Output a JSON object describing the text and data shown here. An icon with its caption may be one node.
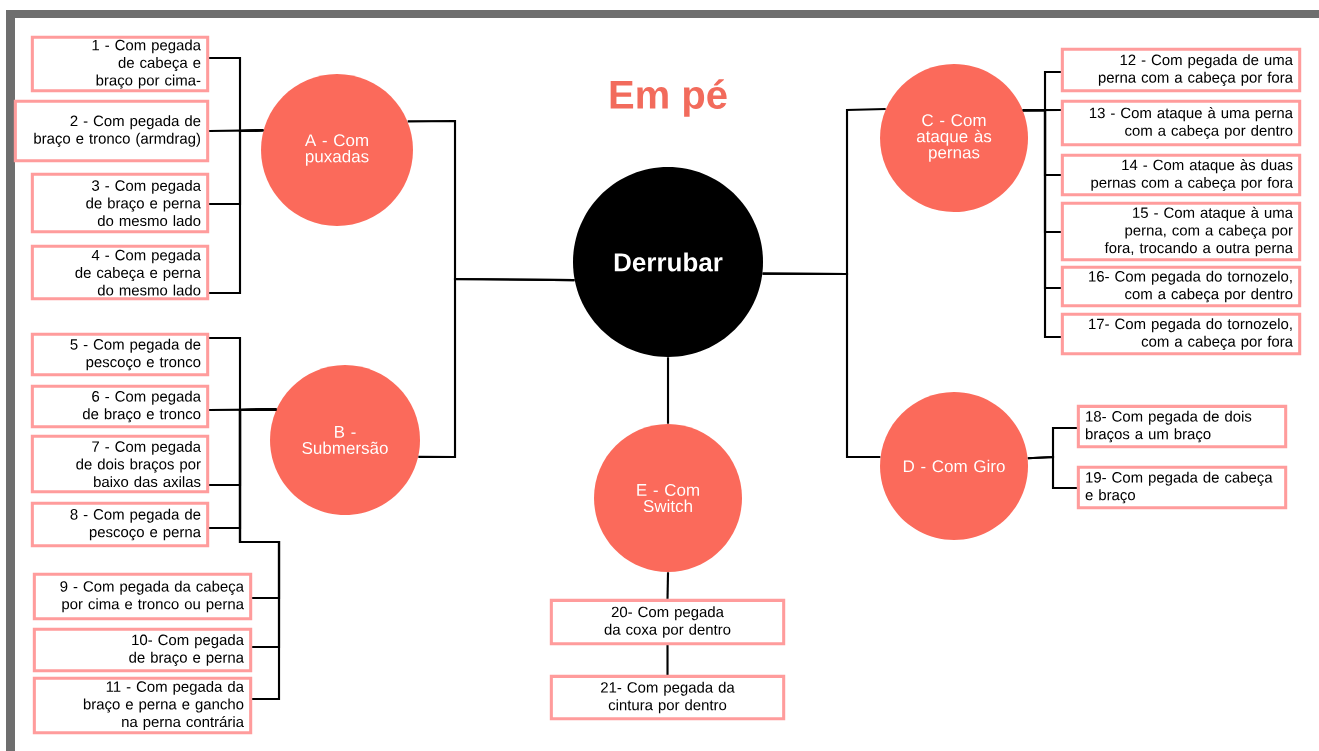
{
  "diagram": {
    "title": "Em pé",
    "nodes": [
      {
        "text": [
          "Derrubar"
        ]
      },
      {
        "text": [
          "A - Com puxadas"
        ]
      },
      {
        "text": [
          "B - Submersão"
        ]
      },
      {
        "text": [
          "C - Com ataque às pernas"
        ]
      },
      {
        "text": [
          "D - Com Giro"
        ]
      },
      {
        "text": [
          "E - Com Switch"
        ]
      },
      {
        "text": [
          "1 - Com pegada de cabeça e braço por cima-"
        ]
      },
      {
        "text": [
          "2 - Com pegada de braço e tronco (armdrag)"
        ]
      },
      {
        "text": [
          "3 - Com pegada de braço e perna do mesmo lado"
        ]
      },
      {
        "text": [
          "4 - Com pegada de cabeça e perna do mesmo lado"
        ]
      },
      {
        "text": [
          "5 - Com pegada de pescoço e tronco"
        ]
      },
      {
        "text": [
          "6 - Com pegada de braço e tronco"
        ]
      },
      {
        "text": [
          "7 - Com pegada de dois braços por baixo das axilas"
        ]
      },
      {
        "text": [
          "8 - Com pegada de pescoço e perna"
        ]
      },
      {
        "text": [
          "9 - Com pegada da cabeça por cima e tronco ou perna"
        ]
      },
      {
        "text": [
          "10- Com pegada de braço e perna"
        ]
      },
      {
        "text": [
          "11 - Com pegada da braço e perna e gancho na perna contrária"
        ]
      },
      {
        "text": [
          "12 - Com pegada de uma perna com a cabeça por fora"
        ]
      },
      {
        "text": [
          "13 - Com ataque à uma perna com a cabeça por dentro"
        ]
      },
      {
        "text": [
          "14 - Com ataque às duas pernas com a cabeça por fora"
        ]
      },
      {
        "text": [
          "15 - Com ataque à uma perna, com a cabeça por fora, trocando a outra perna"
        ]
      },
      {
        "text": [
          "16- Com pegada do tornozelo, com a cabeça por dentro"
        ]
      },
      {
        "text": [
          "17- Com pegada do tornozelo, com a cabeça por fora"
        ]
      },
      {
        "text": [
          "18- Com pegada de dois braços a um braço"
        ]
      },
      {
        "text": [
          "19- Com pegada de cabeça e braço"
        ]
      },
      {
        "text": [
          "20- Com pegada da coxa por dentro"
        ]
      },
      {
        "text": [
          "21- Com pegada da cintura por dentro"
        ]
      }
    ],
    "edges": [
      {
        "from": 0,
        "to": 1,
        "arrow": "none"
      },
      {
        "from": 0,
        "to": 2,
        "arrow": "none"
      },
      {
        "from": 0,
        "to": 3,
        "arrow": "none"
      },
      {
        "from": 0,
        "to": 4,
        "arrow": "none"
      },
      {
        "from": 0,
        "to": 5,
        "arrow": "none"
      },
      {
        "from": 1,
        "to": 6,
        "arrow": "none"
      },
      {
        "from": 1,
        "to": 7,
        "arrow": "none"
      },
      {
        "from": 1,
        "to": 8,
        "arrow": "none"
      },
      {
        "from": 1,
        "to": 9,
        "arrow": "none"
      },
      {
        "from": 2,
        "to": 10,
        "arrow": "none"
      },
      {
        "from": 2,
        "to": 11,
        "arrow": "none"
      },
      {
        "from": 2,
        "to": 12,
        "arrow": "none"
      },
      {
        "from": 2,
        "to": 13,
        "arrow": "none"
      },
      {
        "from": 2,
        "to": 14,
        "arrow": "none"
      },
      {
        "from": 2,
        "to": 15,
        "arrow": "none"
      },
      {
        "from": 2,
        "to": 16,
        "arrow": "none"
      },
      {
        "from": 3,
        "to": 17,
        "arrow": "none"
      },
      {
        "from": 3,
        "to": 18,
        "arrow": "none"
      },
      {
        "from": 3,
        "to": 19,
        "arrow": "none"
      },
      {
        "from": 3,
        "to": 20,
        "arrow": "none"
      },
      {
        "from": 3,
        "to": 21,
        "arrow": "none"
      },
      {
        "from": 3,
        "to": 22,
        "arrow": "none"
      },
      {
        "from": 4,
        "to": 23,
        "arrow": "none"
      },
      {
        "from": 4,
        "to": 24,
        "arrow": "none"
      },
      {
        "from": 5,
        "to": 25,
        "arrow": "none"
      },
      {
        "from": 25,
        "to": 26,
        "arrow": "none"
      }
    ]
  }
}
